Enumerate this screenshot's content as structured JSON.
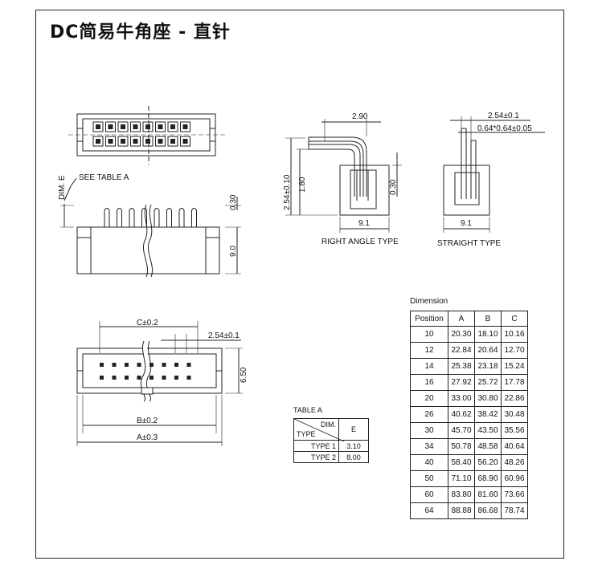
{
  "title": "DC简易牛角座 - 直针",
  "views": {
    "top_dim_e": "DIM. E",
    "see_table": "SEE TABLE A",
    "dim_030_side": "0.30",
    "dim_90": "9.0",
    "ra_dim_290": "2.90",
    "ra_dim_254": "2.54±0.10",
    "ra_dim_180": "1.80",
    "ra_dim_030": "0.30",
    "ra_dim_91": "9.1",
    "ra_caption": "RIGHT ANGLE TYPE",
    "st_dim_254": "2.54±0.1",
    "st_dim_064": "0.64*0.64±0.05",
    "st_dim_91": "9.1",
    "st_caption": "STRAIGHT TYPE",
    "bot_dim_c": "C±0.2",
    "bot_dim_254": "2.54±0.1",
    "bot_dim_650": "6.50",
    "bot_dim_b": "B±0.2",
    "bot_dim_a": "A±0.3"
  },
  "table_a": {
    "title": "TABLE A",
    "head_type": "TYPE",
    "head_dim": "DIM.",
    "head_e": "E",
    "rows": [
      {
        "type": "TYPE 1",
        "e": "3.10"
      },
      {
        "type": "TYPE 2",
        "e": "8.00"
      }
    ]
  },
  "dimension_table": {
    "title": "Dimension",
    "headers": [
      "Position",
      "A",
      "B",
      "C"
    ],
    "rows": [
      [
        "10",
        "20.30",
        "18.10",
        "10.16"
      ],
      [
        "12",
        "22.84",
        "20.64",
        "12.70"
      ],
      [
        "14",
        "25.38",
        "23.18",
        "15.24"
      ],
      [
        "16",
        "27.92",
        "25.72",
        "17.78"
      ],
      [
        "20",
        "33.00",
        "30.80",
        "22.86"
      ],
      [
        "26",
        "40.62",
        "38.42",
        "30.48"
      ],
      [
        "30",
        "45.70",
        "43.50",
        "35.56"
      ],
      [
        "34",
        "50.78",
        "48.58",
        "40.64"
      ],
      [
        "40",
        "58.40",
        "56.20",
        "48.26"
      ],
      [
        "50",
        "71.10",
        "68.90",
        "60.96"
      ],
      [
        "60",
        "83.80",
        "81.60",
        "73.66"
      ],
      [
        "64",
        "88.88",
        "86.68",
        "78.74"
      ]
    ]
  }
}
